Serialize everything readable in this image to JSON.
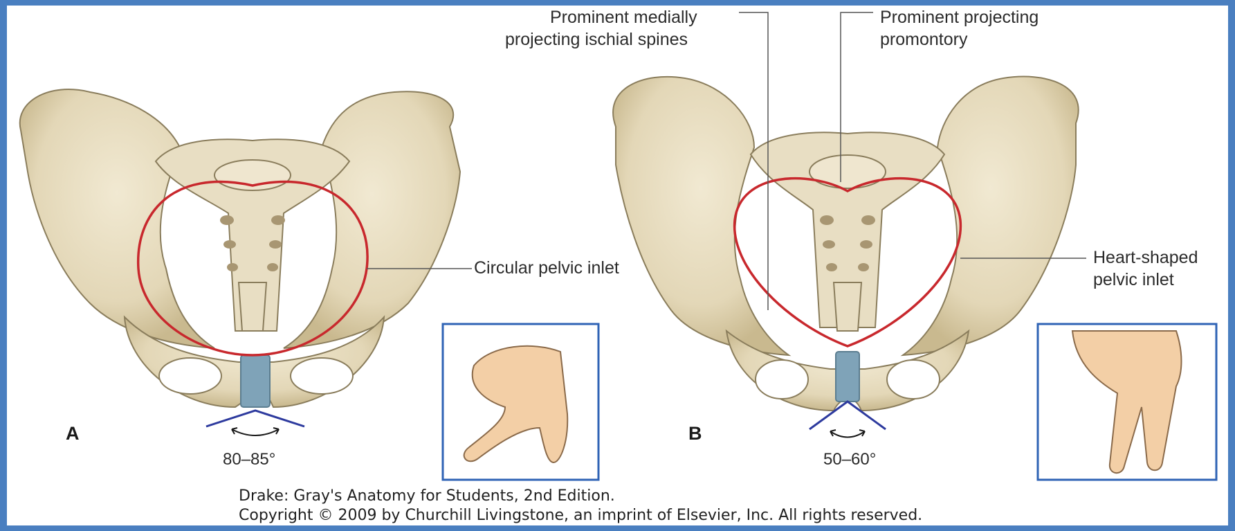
{
  "panels": {
    "a": {
      "letter": "A",
      "angle": "80–85°",
      "inlet_label": "Circular pelvic inlet"
    },
    "b": {
      "letter": "B",
      "angle": "50–60°",
      "ischial_label_line1": "Prominent medially",
      "ischial_label_line2": "projecting ischial spines",
      "promontory_label_line1": "Prominent projecting",
      "promontory_label_line2": "promontory",
      "inlet_label_line1": "Heart-shaped",
      "inlet_label_line2": "pelvic inlet"
    }
  },
  "credit": {
    "line1": "Drake: Gray's Anatomy for Students, 2nd Edition.",
    "line2": "Copyright © 2009 by Churchill Livingstone, an imprint of Elsevier, Inc. All rights reserved."
  },
  "colors": {
    "frame": "#4a7fc0",
    "bone": "#e6dcc0",
    "bone_edge": "#8a7d5c",
    "inlet_outline": "#c8282d",
    "cartilage": "#7fa3b8",
    "angle_arc": "#2d3a9e",
    "inset_border": "#2f63b5",
    "skin": "#f3cfa6"
  }
}
